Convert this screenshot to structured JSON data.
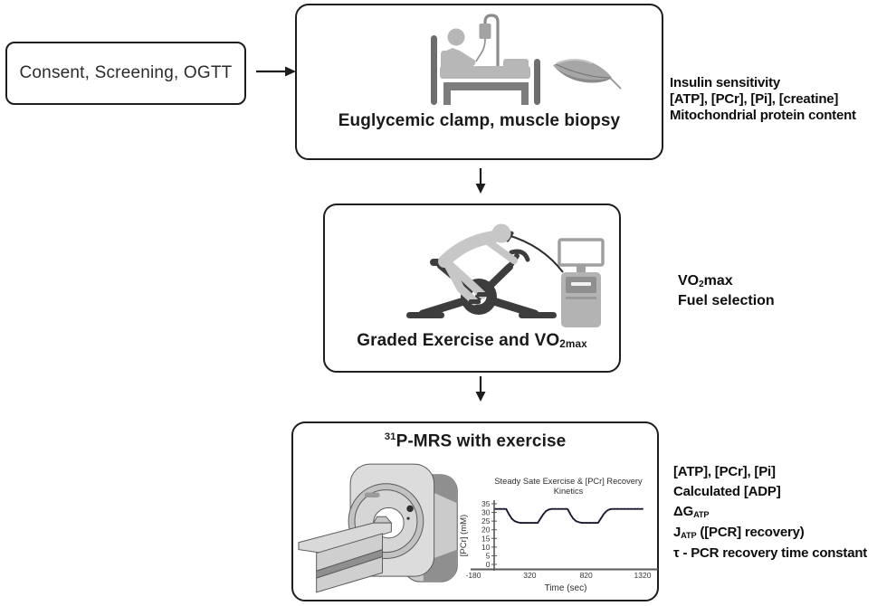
{
  "boxes": {
    "consent": {
      "label": "Consent, Screening, OGTT"
    },
    "clamp": {
      "label": "Euglycemic clamp, muscle biopsy"
    },
    "exercise": {
      "label_pre": "Graded Exercise and VO",
      "label_sub": "2max"
    },
    "mrs": {
      "title_sup": "31",
      "title_main": "P-MRS with exercise"
    }
  },
  "annotations": {
    "clamp_outputs": {
      "line1": "Insulin sensitivity",
      "line2": "[ATP], [PCr], [Pi], [creatine]",
      "line3": "Mitochondrial protein content"
    },
    "exercise_outputs": {
      "line1_pre": "VO",
      "line1_sub": "2",
      "line1_post": "max",
      "line2": "Fuel selection"
    },
    "mrs_outputs": {
      "line1": "[ATP], [PCr], [Pi]",
      "line2": "Calculated [ADP]",
      "line3_pre": "ΔG",
      "line3_sub": "ATP",
      "line4_pre": "J",
      "line4_sub": "ATP",
      "line4_post": " ([PCR] recovery)",
      "line5": "τ - PCR recovery time constant"
    }
  },
  "icons": {
    "arrow_right": "arrow-right-icon",
    "arrow_down": "arrow-down-icon",
    "hospital_bed": "hospital-bed-icon",
    "muscle_biopsy": "muscle-biopsy-icon",
    "exercise_bike": "exercise-bike-icon",
    "metabolic_cart": "metabolic-cart-icon",
    "mri_scanner": "mri-scanner-icon"
  },
  "colors": {
    "box_border": "#1d1d1d",
    "arrow": "#1d1d1d",
    "icon_light_gray": "#b7b7b7",
    "icon_mid_gray": "#9a9a9a",
    "icon_dark_gray": "#6e6e6e",
    "bike_dark": "#3d3d3d",
    "rider_gray": "#c7c7c7",
    "chart_line": "#16162c"
  },
  "chart_data": {
    "type": "line",
    "title_line1": "Steady Sate Exercise & [PCr] Recovery",
    "title_line2": "Kinetics",
    "xlabel": "Time (sec)",
    "ylabel": "[PCr] (mM)",
    "xlim": [
      -180,
      1320
    ],
    "ylim": [
      0,
      35
    ],
    "x_ticks": [
      -180,
      320,
      820,
      1320
    ],
    "y_ticks": [
      0,
      5,
      10,
      15,
      20,
      25,
      30,
      35
    ],
    "grid": false,
    "legend": false,
    "line_color": "#16162c",
    "series": [
      {
        "name": "[PCr]",
        "points": [
          [
            15,
            32
          ],
          [
            110,
            32
          ],
          [
            135,
            29
          ],
          [
            160,
            26.5
          ],
          [
            185,
            25
          ],
          [
            215,
            24.3
          ],
          [
            240,
            24
          ],
          [
            390,
            24
          ],
          [
            415,
            26.5
          ],
          [
            440,
            29
          ],
          [
            465,
            30.8
          ],
          [
            490,
            31.7
          ],
          [
            515,
            32
          ],
          [
            655,
            32
          ],
          [
            680,
            29
          ],
          [
            705,
            26.5
          ],
          [
            730,
            25
          ],
          [
            760,
            24.3
          ],
          [
            785,
            24
          ],
          [
            925,
            24
          ],
          [
            950,
            26.5
          ],
          [
            975,
            29
          ],
          [
            1000,
            30.8
          ],
          [
            1025,
            31.7
          ],
          [
            1050,
            32
          ],
          [
            1320,
            32
          ]
        ]
      }
    ]
  }
}
